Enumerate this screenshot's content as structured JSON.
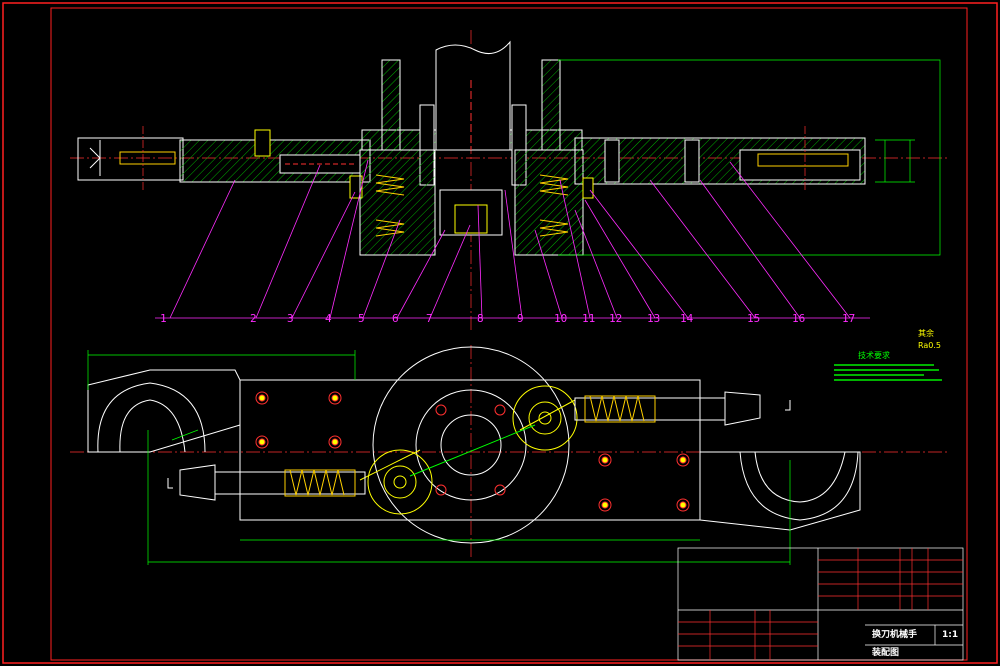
{
  "part_numbers": [
    "1",
    "2",
    "3",
    "4",
    "5",
    "6",
    "7",
    "8",
    "9",
    "10",
    "11",
    "12",
    "13",
    "14",
    "15",
    "16",
    "17"
  ],
  "tech_requirements": {
    "heading": "技术要求",
    "roughness": "其余",
    "roughness_value": "Ra0.5"
  },
  "title_block": {
    "name": "换刀机械手",
    "scale": "1:1",
    "drawing_type": "装配图"
  },
  "colors": {
    "frame": "#ff2020",
    "outline": "#ffffff",
    "hatch": "#00c000",
    "spring": "#ffd000",
    "leader": "#ff2cff",
    "dimension": "#00ff00",
    "center": "#ff3030",
    "bolt": "#ffff00"
  }
}
